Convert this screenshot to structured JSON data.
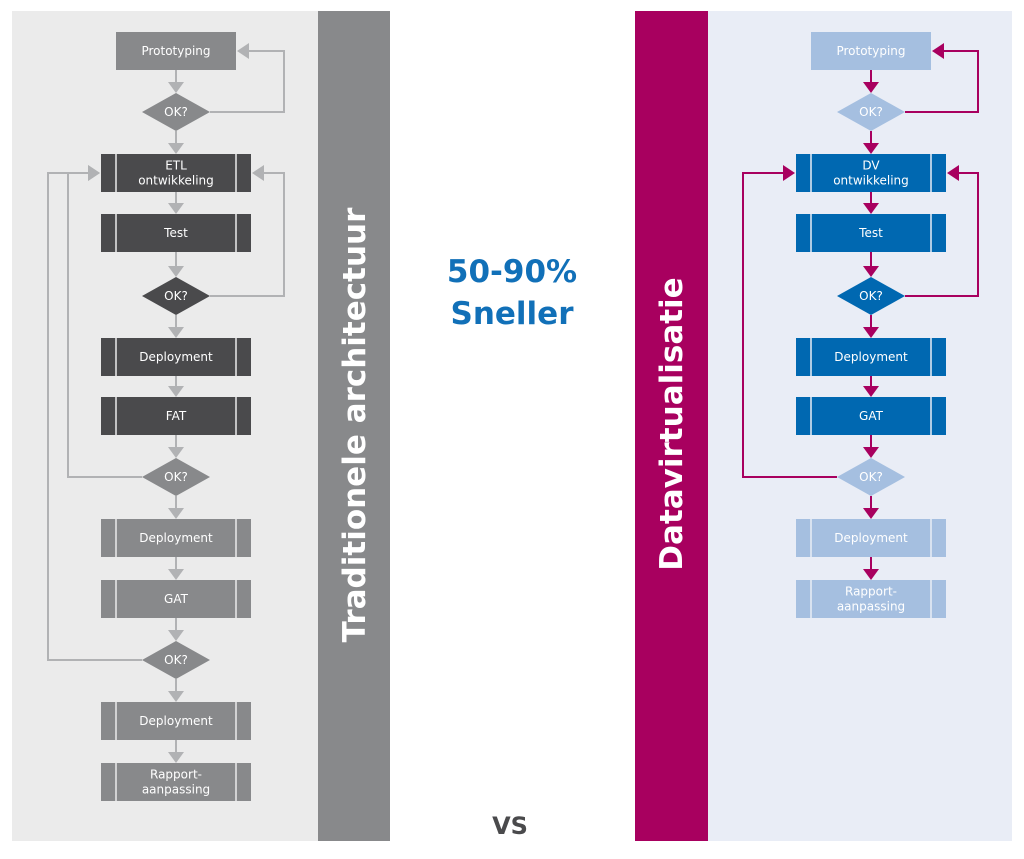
{
  "center": {
    "headline": "50-90%",
    "subheadline": "Sneller",
    "vs_label": "VS"
  },
  "colors": {
    "traditional_panel_bg": "#ebebeb",
    "traditional_bar": "#88898b",
    "traditional_arrow": "#b1b2b4",
    "traditional_light_box": "#88898b",
    "traditional_dark_box": "#4a4a4c",
    "dv_panel_bg": "#e9edf6",
    "dv_bar": "#a8005f",
    "dv_arrow": "#a8005f",
    "dv_light_box": "#a5bfe0",
    "dv_dark_box": "#0068b1",
    "accent_text": "#1170b8"
  },
  "traditional": {
    "title": "Traditionele architectuur",
    "steps": [
      {
        "label": "Prototyping",
        "shape": "plain",
        "tone": "light"
      },
      {
        "label": "OK?",
        "shape": "decision",
        "tone": "light"
      },
      {
        "label": "ETL\nontwikkeling",
        "shape": "process",
        "tone": "dark"
      },
      {
        "label": "Test",
        "shape": "process",
        "tone": "dark"
      },
      {
        "label": "OK?",
        "shape": "decision",
        "tone": "dark"
      },
      {
        "label": "Deployment",
        "shape": "process",
        "tone": "dark"
      },
      {
        "label": "FAT",
        "shape": "process",
        "tone": "dark"
      },
      {
        "label": "OK?",
        "shape": "decision",
        "tone": "light"
      },
      {
        "label": "Deployment",
        "shape": "process",
        "tone": "light"
      },
      {
        "label": "GAT",
        "shape": "process",
        "tone": "light"
      },
      {
        "label": "OK?",
        "shape": "decision",
        "tone": "light"
      },
      {
        "label": "Deployment",
        "shape": "process",
        "tone": "light"
      },
      {
        "label": "Rapport-\naanpassing",
        "shape": "process",
        "tone": "light"
      }
    ],
    "loops": [
      {
        "from": 1,
        "to": 0,
        "side": "right",
        "lane": 1
      },
      {
        "from": 4,
        "to": 2,
        "side": "right",
        "lane": 1
      },
      {
        "from": 7,
        "to": 2,
        "side": "left",
        "lane": 1
      },
      {
        "from": 10,
        "to": 2,
        "side": "left",
        "lane": 2
      }
    ]
  },
  "dv": {
    "title": "Datavirtualisatie",
    "steps": [
      {
        "label": "Prototyping",
        "shape": "plain",
        "tone": "light"
      },
      {
        "label": "OK?",
        "shape": "decision",
        "tone": "light"
      },
      {
        "label": "DV\nontwikkeling",
        "shape": "process",
        "tone": "dark"
      },
      {
        "label": "Test",
        "shape": "process",
        "tone": "dark"
      },
      {
        "label": "OK?",
        "shape": "decision",
        "tone": "dark"
      },
      {
        "label": "Deployment",
        "shape": "process",
        "tone": "dark"
      },
      {
        "label": "GAT",
        "shape": "process",
        "tone": "dark"
      },
      {
        "label": "OK?",
        "shape": "decision",
        "tone": "light"
      },
      {
        "label": "Deployment",
        "shape": "process",
        "tone": "light"
      },
      {
        "label": "Rapport-\naanpassing",
        "shape": "process",
        "tone": "light"
      }
    ],
    "loops": [
      {
        "from": 1,
        "to": 0,
        "side": "right",
        "lane": 1
      },
      {
        "from": 4,
        "to": 2,
        "side": "right",
        "lane": 1
      },
      {
        "from": 7,
        "to": 2,
        "side": "left",
        "lane": 2
      }
    ]
  }
}
